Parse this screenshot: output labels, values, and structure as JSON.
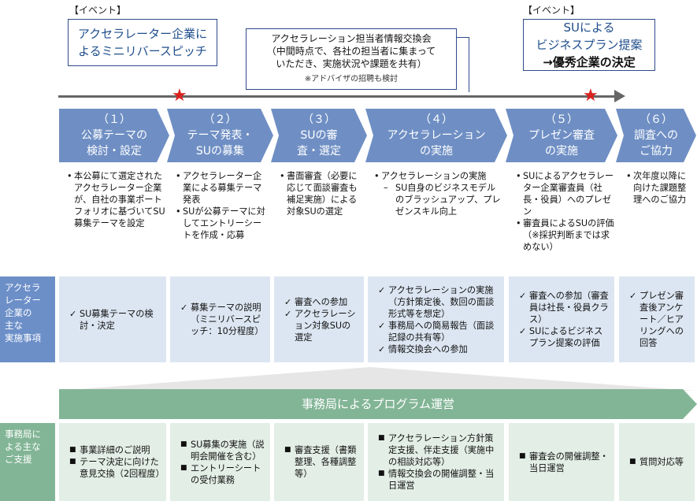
{
  "events": {
    "left_label": "【イベント】",
    "left_callout": [
      "アクセラレーター企業に",
      "よるミニリバースピッチ"
    ],
    "right_label": "【イベント】",
    "right_callout": [
      "SUによる",
      "ビジネスプラン提案"
    ],
    "right_callout_bold": "→優秀企業の決定",
    "mid_box_lines": [
      "アクセラレーション担当者情報交換会",
      "（中間時点で、各社の担当者に集まって",
      "いただき、実施状況や課題を共有）"
    ],
    "mid_box_note": "※アドバイザの招聘も検討"
  },
  "steps": [
    {
      "num": "（１）",
      "title": "公募テーマの\n検討・設定"
    },
    {
      "num": "（２）",
      "title": "テーマ発表・\nSUの募集"
    },
    {
      "num": "（３）",
      "title": "SUの審\n査・選定"
    },
    {
      "num": "（４）",
      "title": "アクセラレーション\nの実施"
    },
    {
      "num": "（５）",
      "title": "プレゼン審査\nの実施"
    },
    {
      "num": "（６）",
      "title": "調査への\nご協力"
    }
  ],
  "descriptions": [
    [
      "本公募にて選定されたアクセラレーター企業が、自社の事業ポートフォリオに基づいてSU募集テーマを設定"
    ],
    [
      "アクセラレーター企業による募集テーマ発表",
      "SUが公募テーマに対してエントリーシートを作成・応募"
    ],
    [
      "書面審査（必要に応じて面談審査も補足実施）による対象SUの選定"
    ],
    [
      "アクセラレーションの実施",
      "SU自身のビジネスモデルのブラッシュアップ、プレゼンスキル向上"
    ],
    [
      "SUによるアクセラレーター企業審査員（社長・役員）へのプレゼン",
      "審査員によるSUの評価（※採択判断までは求めない）"
    ],
    [
      "次年度以降に向けた課題整理へのご協力"
    ]
  ],
  "row1": {
    "label": "アクセラ\nレーター\n企業の\n主な\n実施事項",
    "cells": [
      [
        "SU募集テーマの検討・決定"
      ],
      [
        "募集テーマの説明（ミニリバースピッチ：10分程度）"
      ],
      [
        "審査への参加",
        "アクセラレーション対象SUの選定"
      ],
      [
        "アクセラレーションの実施（方針策定後、数回の面談形式等を想定）",
        "事務局への簡易報告（面談記録の共有等）",
        "情報交換会への参加"
      ],
      [
        "審査への参加（審査員は社長・役員クラス）",
        "SUによるビジネスプラン提案の評価"
      ],
      [
        "プレゼン審査後アンケート／ヒアリングへの回答"
      ]
    ]
  },
  "banner": "事務局によるプログラム運営",
  "row2": {
    "label": "事務局に\nよる主な\nご支援",
    "cells": [
      [
        "事業詳細のご説明",
        "テーマ決定に向けた意見交換（2回程度）"
      ],
      [
        "SU募集の実施（説明会開催を含む）",
        "エントリーシートの受付業務"
      ],
      [
        "審査支援（書類整理、各種調整等）"
      ],
      [
        "アクセラレーション方針策定支援、伴走支援（実施中の相談対応等）",
        "情報交換会の開催調整・当日運営"
      ],
      [
        "審査会の開催調整・当日運営"
      ],
      [
        "質問対応等"
      ]
    ]
  },
  "colors": {
    "chevron": "#6f8fc4",
    "row_blue": "#dce6f2",
    "row_green": "#e3eee7",
    "banner_green": "#82b596",
    "star": "#d9211f"
  }
}
